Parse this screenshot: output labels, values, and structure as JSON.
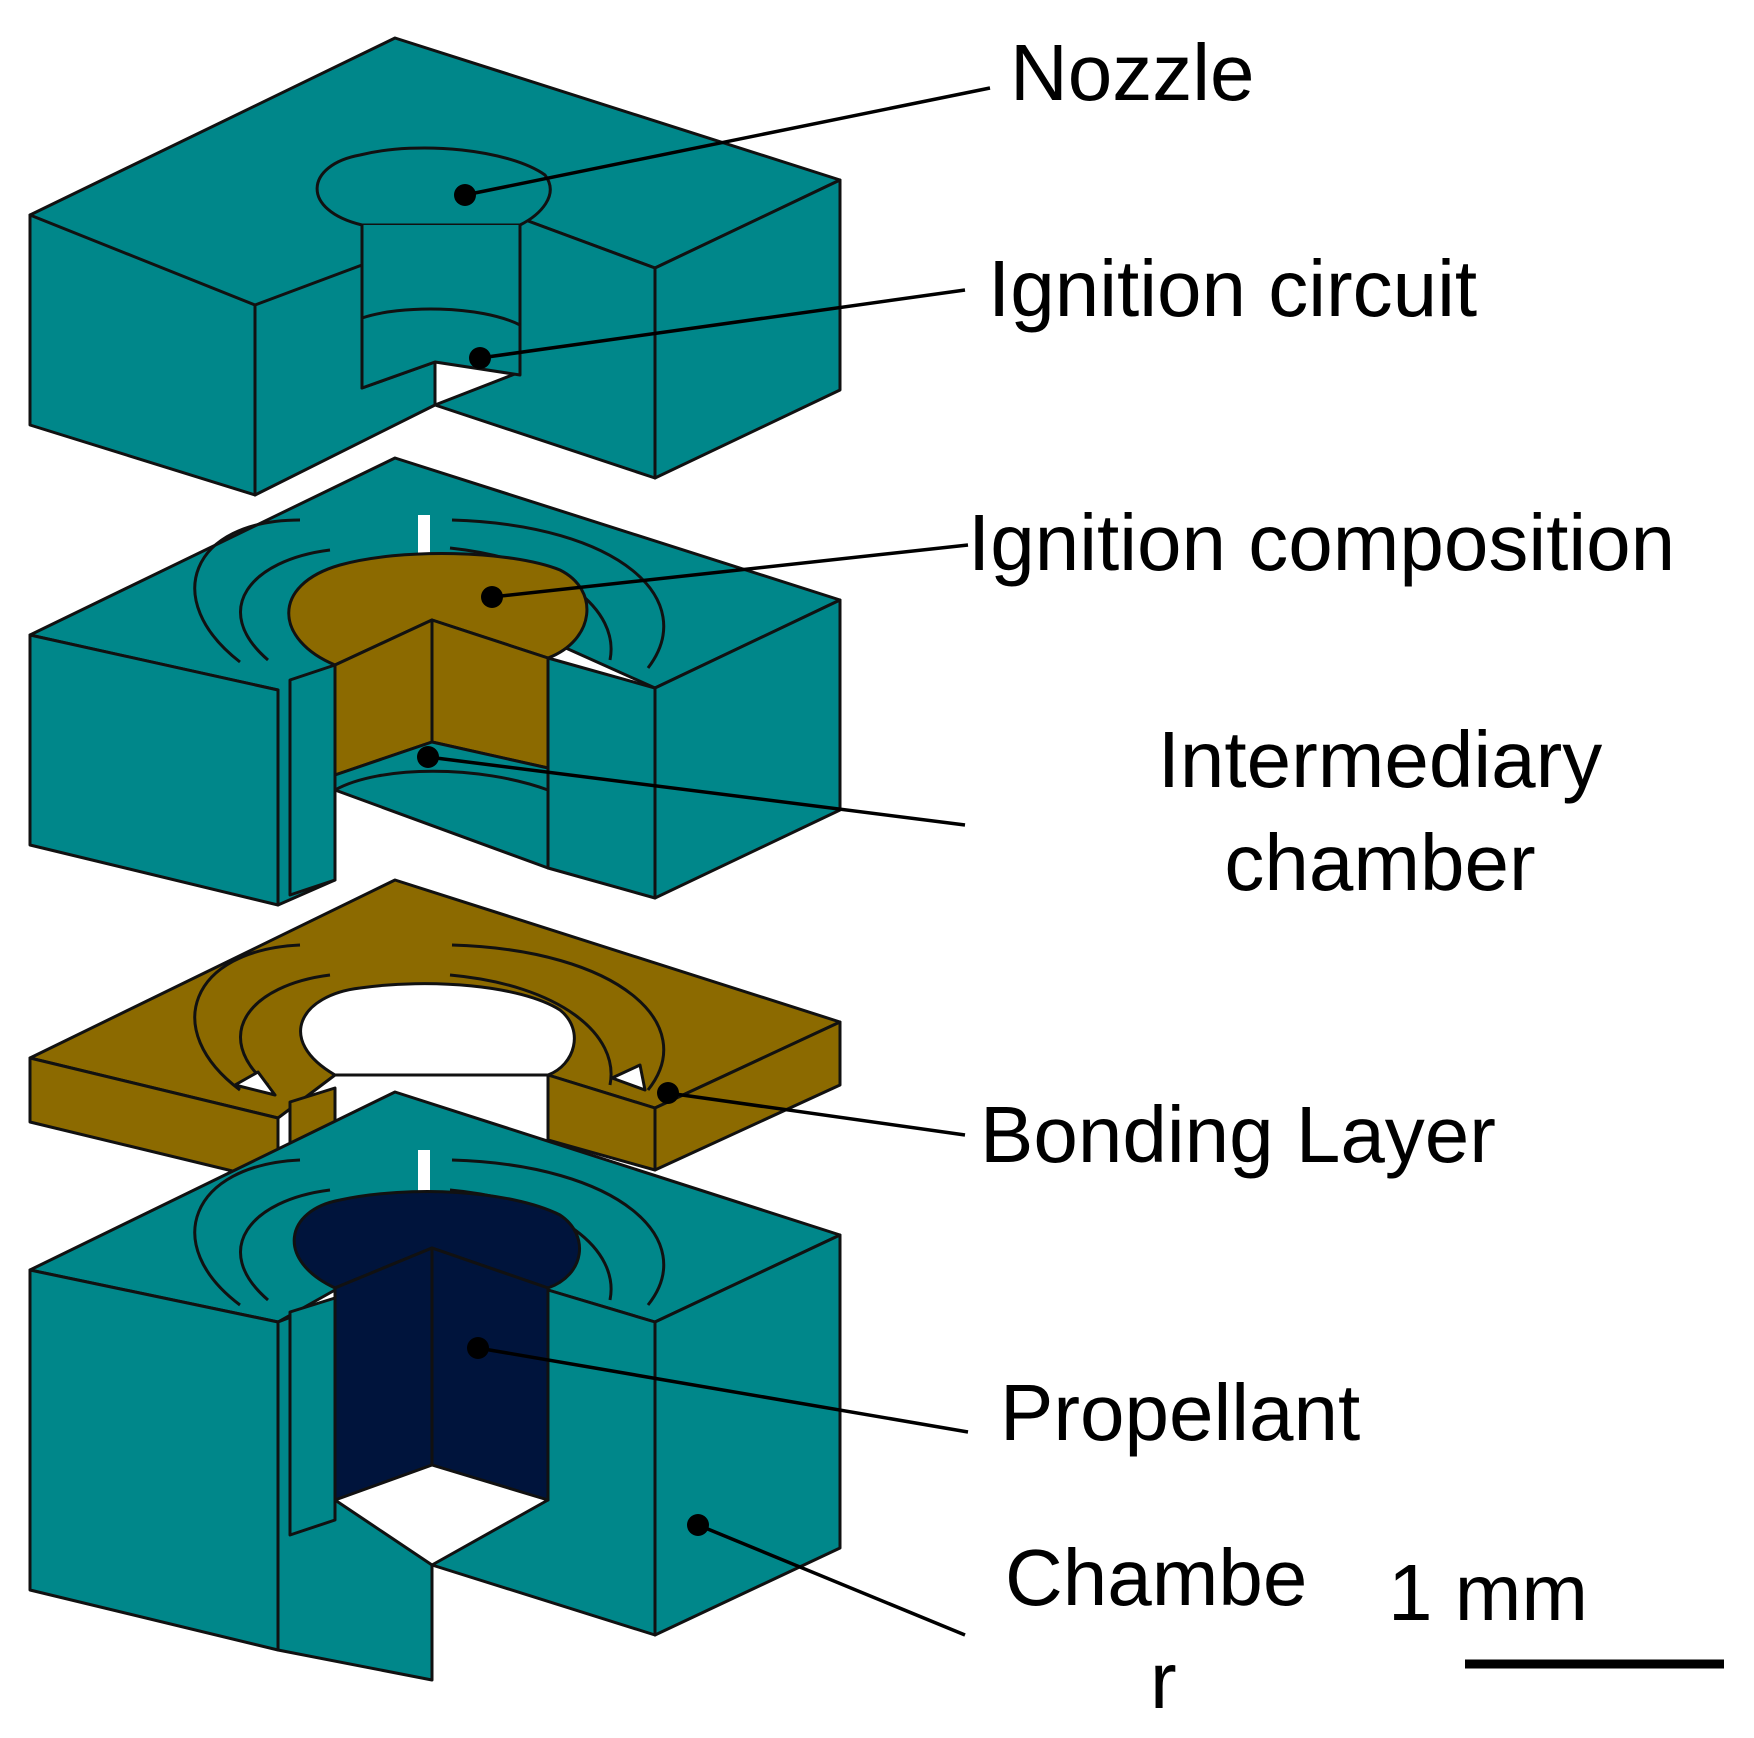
{
  "labels": {
    "nozzle": "Nozzle",
    "ignition_circuit": "Ignition circuit",
    "ignition_composition": "Ignition composition",
    "intermediary_chamber_line1": "Intermediary",
    "intermediary_chamber_line2": "chamber",
    "bonding_layer": "Bonding Layer",
    "propellant": "Propellant",
    "chamber_line1": "Chambe",
    "chamber_line2": "r"
  },
  "scale_bar": {
    "label": "1 mm"
  },
  "colors": {
    "teal": "#00878a",
    "gold": "#8c6a00",
    "navy": "#00143c",
    "outline": "#111111",
    "white_void": "#ffffff"
  }
}
